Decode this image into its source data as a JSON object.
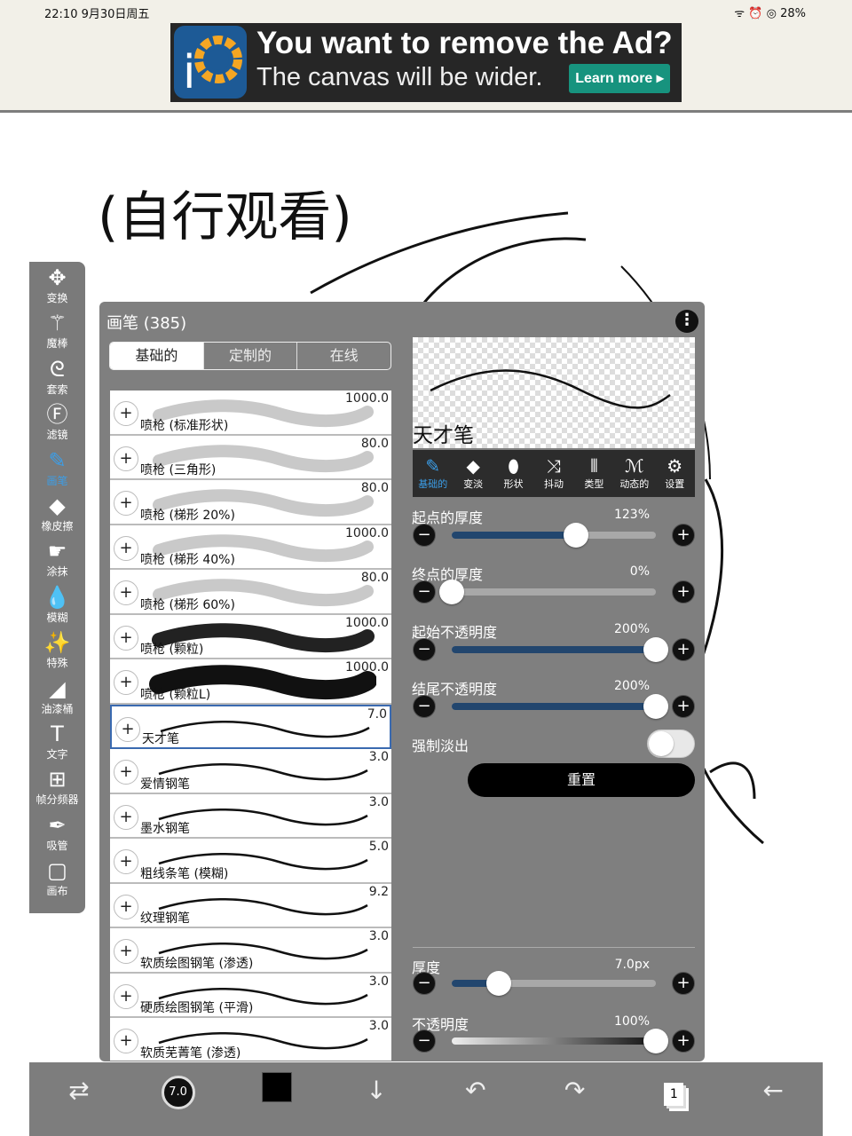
{
  "status": {
    "time_date": "22:10  9月30日周五",
    "indicators": "ᯤ ⏰ ◎ 28%",
    "battery": "28%"
  },
  "ad": {
    "headline": "You want to remove the Ad?",
    "subline": "The canvas will be wider.",
    "button": "Learn more ▸",
    "logo": "iP"
  },
  "overlay_text": "(自行观看)",
  "toolbar": [
    {
      "label": "变换",
      "icon": "move-icon",
      "g": "✥"
    },
    {
      "label": "魔棒",
      "icon": "magic-wand-icon",
      "g": "⚚"
    },
    {
      "label": "套索",
      "icon": "lasso-icon",
      "g": "ᘓ"
    },
    {
      "label": "滤镜",
      "icon": "fx-icon",
      "g": "Ⓕ"
    },
    {
      "label": "画笔",
      "icon": "brush-icon",
      "g": "✎",
      "active": true
    },
    {
      "label": "橡皮擦",
      "icon": "eraser-icon",
      "g": "◆"
    },
    {
      "label": "涂抹",
      "icon": "smudge-icon",
      "g": "☛"
    },
    {
      "label": "模糊",
      "icon": "blur-drop-icon",
      "g": "💧"
    },
    {
      "label": "特殊",
      "icon": "special-icon",
      "g": "✨"
    },
    {
      "label": "油漆桶",
      "icon": "bucket-icon",
      "g": "◢"
    },
    {
      "label": "文字",
      "icon": "text-icon",
      "g": "T"
    },
    {
      "label": "帧分频器",
      "icon": "frame-divider-icon",
      "g": "⊞"
    },
    {
      "label": "吸管",
      "icon": "eyedropper-icon",
      "g": "✒"
    },
    {
      "label": "画布",
      "icon": "canvas-icon",
      "g": "▢"
    }
  ],
  "panel": {
    "title": "画笔 (385)",
    "tabs": [
      "基础的",
      "定制的",
      "在线"
    ],
    "active_tab": 0,
    "brushes": [
      {
        "name": "喷枪 (标准形状)",
        "size": "1000.0",
        "style": "soft"
      },
      {
        "name": "喷枪 (三角形)",
        "size": "80.0",
        "style": "soft"
      },
      {
        "name": "喷枪 (梯形 20%)",
        "size": "80.0",
        "style": "soft"
      },
      {
        "name": "喷枪 (梯形 40%)",
        "size": "1000.0",
        "style": "soft"
      },
      {
        "name": "喷枪 (梯形 60%)",
        "size": "80.0",
        "style": "soft"
      },
      {
        "name": "喷枪 (颗粒)",
        "size": "1000.0",
        "style": "grain"
      },
      {
        "name": "喷枪 (颗粒L)",
        "size": "1000.0",
        "style": "grainL"
      },
      {
        "name": "天才笔",
        "size": "7.0",
        "style": "pen",
        "selected": true
      },
      {
        "name": "爱情钢笔",
        "size": "3.0",
        "style": "pen"
      },
      {
        "name": "墨水钢笔",
        "size": "3.0",
        "style": "pen"
      },
      {
        "name": "粗线条笔 (模糊)",
        "size": "5.0",
        "style": "pen"
      },
      {
        "name": "纹理钢笔",
        "size": "9.2",
        "style": "pen"
      },
      {
        "name": "软质绘图钢笔 (渗透)",
        "size": "3.0",
        "style": "pen"
      },
      {
        "name": "硬质绘图钢笔 (平滑)",
        "size": "3.0",
        "style": "pen"
      },
      {
        "name": "软质芜菁笔 (渗透)",
        "size": "3.0",
        "style": "pen"
      }
    ],
    "preview_name": "天才笔",
    "prop_tabs": [
      {
        "label": "基础的",
        "g": "✎"
      },
      {
        "label": "变淡",
        "g": "◆"
      },
      {
        "label": "形状",
        "g": "⬮"
      },
      {
        "label": "抖动",
        "g": "⤨"
      },
      {
        "label": "类型",
        "g": "⫴"
      },
      {
        "label": "动态的",
        "g": "ℳ"
      },
      {
        "label": "设置",
        "g": "⚙"
      }
    ],
    "sliders": [
      {
        "label": "起点的厚度",
        "value": "123%",
        "fraction": 0.61
      },
      {
        "label": "终点的厚度",
        "value": "0%",
        "fraction": 0.0
      },
      {
        "label": "起始不透明度",
        "value": "200%",
        "fraction": 1.0
      },
      {
        "label": "结尾不透明度",
        "value": "200%",
        "fraction": 1.0
      }
    ],
    "force_fade": {
      "label": "强制淡出",
      "on": false
    },
    "reset": "重置",
    "thickness": {
      "label": "厚度",
      "value": "7.0px",
      "fraction": 0.23
    },
    "opacity": {
      "label": "不透明度",
      "value": "100%",
      "fraction": 1.0
    }
  },
  "bottom": [
    {
      "icon": "swap-brush-eraser-icon",
      "g": "⇄"
    },
    {
      "icon": "brush-size-icon",
      "g": "7.0"
    },
    {
      "icon": "color-swatch-icon",
      "g": ""
    },
    {
      "icon": "download-arrow-icon",
      "g": "↓"
    },
    {
      "icon": "undo-icon",
      "g": "↶"
    },
    {
      "icon": "redo-icon",
      "g": "↷"
    },
    {
      "icon": "layers-icon",
      "g": "1"
    },
    {
      "icon": "back-arrow-icon",
      "g": "←"
    }
  ],
  "colors": {
    "accent": "#3b9ee8",
    "panel": "#7f7f7f",
    "slider_fill": "#22466e",
    "ad_button": "#17937e"
  }
}
